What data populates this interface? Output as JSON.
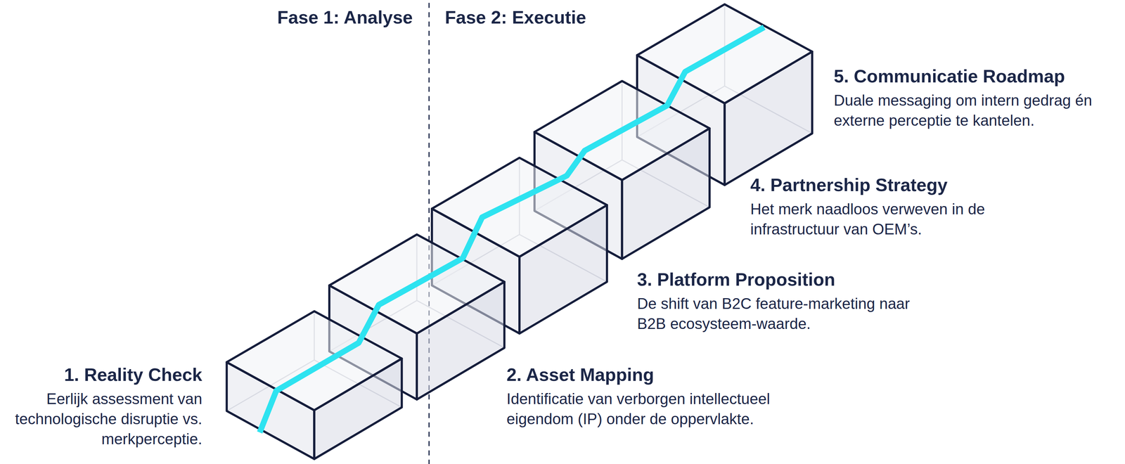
{
  "diagram": {
    "nodes": [
      {
        "text": [
          "1. Reality Check",
          "Eerlijk assessment van technologische disruptie vs. merkperceptie."
        ]
      },
      {
        "text": [
          "2. Asset Mapping",
          "Identificatie van verborgen intellectueel eigendom (IP) onder de oppervlakte."
        ]
      },
      {
        "text": [
          "3. Platform Proposition",
          "De shift van B2C feature-marketing naar B2B ecosysteem-waarde."
        ]
      },
      {
        "text": [
          "4. Partnership Strategy",
          "Het merk naadloos verweven in de infrastructuur van OEM’s."
        ]
      },
      {
        "text": [
          "5. Communicatie Roadmap",
          "Duale messaging om intern gedrag én externe perceptie te kantelen."
        ]
      }
    ],
    "labels": [
      "Fase 1: Analyse",
      "Fase 2: Executie"
    ]
  }
}
